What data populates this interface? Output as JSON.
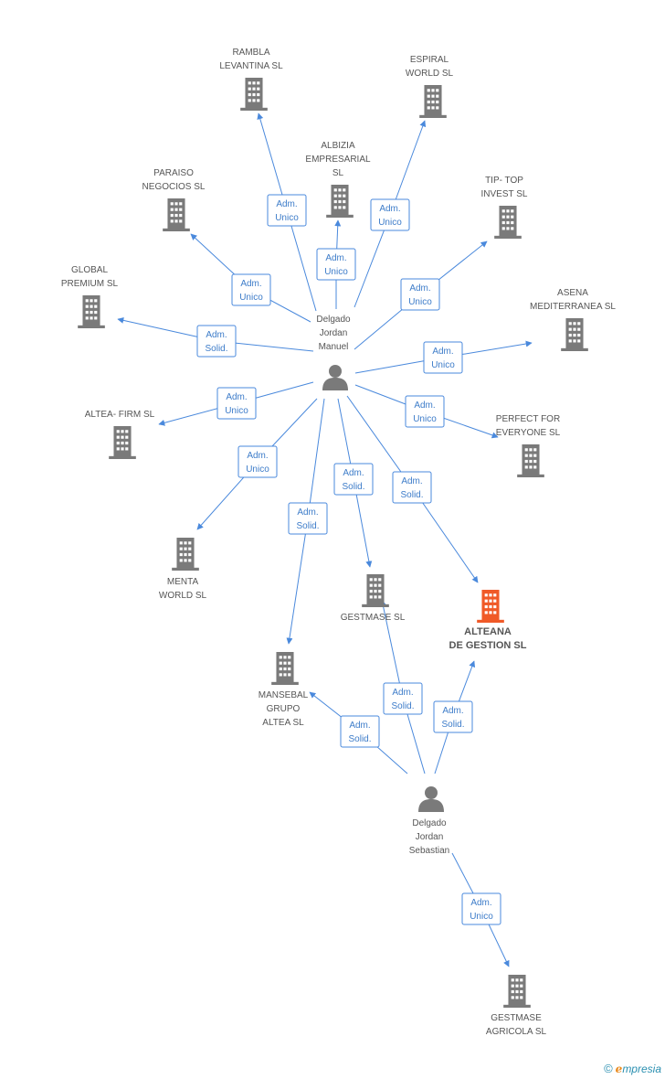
{
  "diagram": {
    "colors": {
      "edge": "#4a89dc",
      "building": "#7a7a7a",
      "building_highlight": "#f05a28",
      "person": "#7a7a7a"
    },
    "nodes": [
      {
        "id": "rambla",
        "kind": "company",
        "icon": "building-icon",
        "lines": [
          "RAMBLA",
          "LEVANTINA  SL"
        ]
      },
      {
        "id": "espiral",
        "kind": "company",
        "icon": "building-icon",
        "lines": [
          "ESPIRAL",
          "WORLD  SL"
        ]
      },
      {
        "id": "albizia",
        "kind": "company",
        "icon": "building-icon",
        "lines": [
          "ALBIZIA",
          "EMPRESARIAL",
          "SL"
        ]
      },
      {
        "id": "paraiso",
        "kind": "company",
        "icon": "building-icon",
        "lines": [
          "PARAISO",
          "NEGOCIOS  SL"
        ]
      },
      {
        "id": "tiptop",
        "kind": "company",
        "icon": "building-icon",
        "lines": [
          "TIP- TOP",
          "INVEST  SL"
        ]
      },
      {
        "id": "global",
        "kind": "company",
        "icon": "building-icon",
        "lines": [
          "GLOBAL",
          "PREMIUM SL"
        ]
      },
      {
        "id": "asena",
        "kind": "company",
        "icon": "building-icon",
        "lines": [
          "ASENA",
          "MEDITERRANEA SL"
        ]
      },
      {
        "id": "altea",
        "kind": "company",
        "icon": "building-icon",
        "lines": [
          "ALTEA- FIRM  SL"
        ]
      },
      {
        "id": "perfect",
        "kind": "company",
        "icon": "building-icon",
        "lines": [
          "PERFECT FOR",
          "EVERYONE  SL"
        ]
      },
      {
        "id": "menta",
        "kind": "company",
        "icon": "building-icon",
        "lines": [
          "MENTA",
          "WORLD SL"
        ]
      },
      {
        "id": "gestmase",
        "kind": "company",
        "icon": "building-icon",
        "lines": [
          "GESTMASE  SL"
        ]
      },
      {
        "id": "alteana",
        "kind": "company",
        "icon": "building-icon",
        "highlight": true,
        "lines": [
          "ALTEANA",
          "DE GESTION SL"
        ]
      },
      {
        "id": "mansebal",
        "kind": "company",
        "icon": "building-icon",
        "lines": [
          "MANSEBAL",
          "GRUPO",
          "ALTEA SL"
        ]
      },
      {
        "id": "agricola",
        "kind": "company",
        "icon": "building-icon",
        "lines": [
          "GESTMASE",
          "AGRICOLA  SL"
        ]
      },
      {
        "id": "manuel",
        "kind": "person",
        "icon": "person-icon",
        "lines": [
          "Delgado",
          "Jordan",
          "Manuel"
        ]
      },
      {
        "id": "sebastian",
        "kind": "person",
        "icon": "person-icon",
        "lines": [
          "Delgado",
          "Jordan",
          "Sebastian"
        ]
      }
    ],
    "edges": [
      {
        "from": "manuel",
        "to": "rambla",
        "label": [
          "Adm.",
          "Unico"
        ]
      },
      {
        "from": "manuel",
        "to": "espiral",
        "label": [
          "Adm.",
          "Unico"
        ]
      },
      {
        "from": "manuel",
        "to": "albizia",
        "label": [
          "Adm.",
          "Unico"
        ]
      },
      {
        "from": "manuel",
        "to": "paraiso",
        "label": [
          "Adm.",
          "Unico"
        ]
      },
      {
        "from": "manuel",
        "to": "tiptop",
        "label": [
          "Adm.",
          "Unico"
        ]
      },
      {
        "from": "manuel",
        "to": "global",
        "label": [
          "Adm.",
          "Solid."
        ]
      },
      {
        "from": "manuel",
        "to": "asena",
        "label": [
          "Adm.",
          "Unico"
        ]
      },
      {
        "from": "manuel",
        "to": "altea",
        "label": [
          "Adm.",
          "Unico"
        ]
      },
      {
        "from": "manuel",
        "to": "perfect",
        "label": [
          "Adm.",
          "Unico"
        ]
      },
      {
        "from": "manuel",
        "to": "menta",
        "label": [
          "Adm.",
          "Unico"
        ]
      },
      {
        "from": "manuel",
        "to": "gestmase",
        "label": [
          "Adm.",
          "Solid."
        ]
      },
      {
        "from": "manuel",
        "to": "alteana",
        "label": [
          "Adm.",
          "Solid."
        ]
      },
      {
        "from": "manuel",
        "to": "mansebal",
        "label": [
          "Adm.",
          "Solid."
        ]
      },
      {
        "from": "sebastian",
        "to": "gestmase",
        "label": [
          "Adm.",
          "Solid."
        ]
      },
      {
        "from": "sebastian",
        "to": "alteana",
        "label": [
          "Adm.",
          "Solid."
        ]
      },
      {
        "from": "sebastian",
        "to": "mansebal",
        "label": [
          "Adm.",
          "Solid."
        ]
      },
      {
        "from": "sebastian",
        "to": "agricola",
        "label": [
          "Adm.",
          "Unico"
        ]
      }
    ]
  },
  "footer": {
    "copyright": "©",
    "brand_initial": "e",
    "brand_rest": "mpresia"
  }
}
